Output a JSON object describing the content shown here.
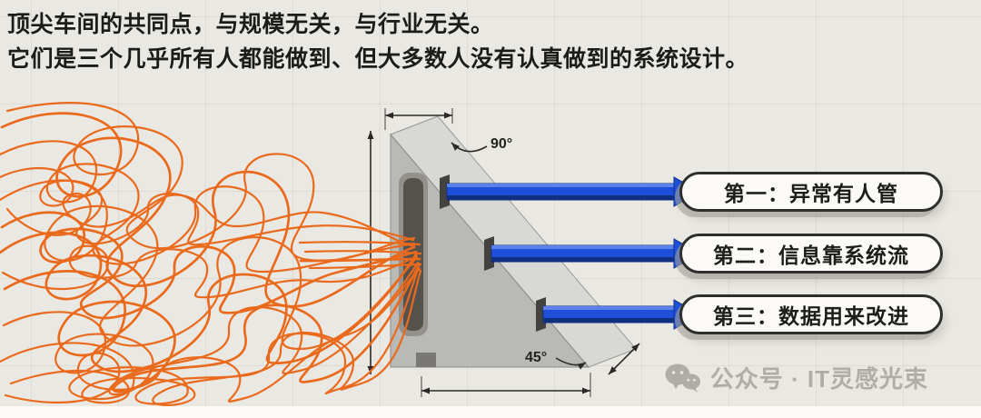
{
  "header": {
    "line1": "顶尖车间的共同点，与规模无关，与行业无关。",
    "line2": "它们是三个几乎所有人都能做到、但大多数人没有认真做到的系统设计。"
  },
  "diagram": {
    "angle_top_label": "90°",
    "angle_bottom_label": "45°",
    "labels": [
      {
        "text": "第一：异常有人管"
      },
      {
        "text": "第二：信息靠系统流"
      },
      {
        "text": "第三：数据用来改进"
      }
    ]
  },
  "watermark": {
    "icon": "wechat-icon",
    "text": "公众号 · IT灵感光束"
  },
  "colors": {
    "background": "#eae8e2",
    "scribble_orange": "#ea6a1d",
    "arrow_blue": "#1d4fd8",
    "text_dark": "#1c1c1a",
    "watermark_gray": "#b0ada7"
  }
}
